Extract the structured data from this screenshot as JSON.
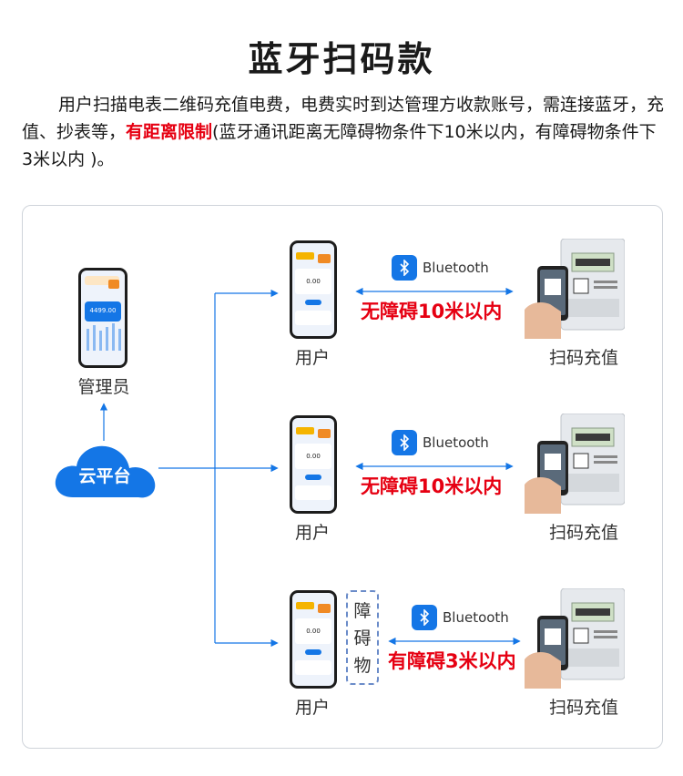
{
  "title": "蓝牙扫码款",
  "intro": {
    "part1": "用户扫描电表二维码充值电费，电费实时到达管理方收款账号，需连接蓝牙，充值、抄表等，",
    "highlight": "有距离限制",
    "part2": "(蓝牙通讯距离无障碍物条件下10米以内，有障碍物条件下3米以内 )。"
  },
  "nodes": {
    "admin": "管理员",
    "cloud": "云平台",
    "user": "用户",
    "scan": "扫码充值",
    "obstacle": [
      "障",
      "碍",
      "物"
    ]
  },
  "rows": [
    {
      "bluetooth": "Bluetooth",
      "distance": "无障碍10米以内"
    },
    {
      "bluetooth": "Bluetooth",
      "distance": "无障碍10米以内"
    },
    {
      "bluetooth": "Bluetooth",
      "distance": "有障碍3米以内"
    }
  ],
  "screens": {
    "admin_amount": "4499.00",
    "user_amount": "0.00"
  },
  "colors": {
    "accent": "#1476e6",
    "warning": "#e60012",
    "line": "#1476e6"
  }
}
